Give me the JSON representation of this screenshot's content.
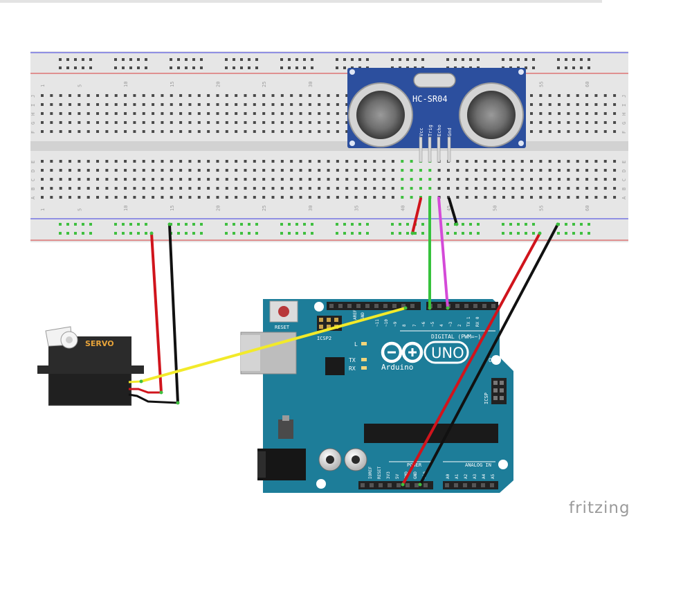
{
  "breadboard": {
    "column_numbers": [
      "1",
      "5",
      "10",
      "15",
      "20",
      "25",
      "30",
      "35",
      "40",
      "45",
      "50",
      "55",
      "60"
    ],
    "row_letters_top": [
      "J",
      "I",
      "H",
      "G",
      "F"
    ],
    "row_letters_bottom": [
      "E",
      "D",
      "C",
      "B",
      "A"
    ],
    "colors": {
      "body": "#e6e6e6",
      "channel": "#d2d2d2",
      "rail_red": "#d83a3a",
      "rail_blue": "#3b3be0",
      "hole": "#4a4a4a",
      "hole_active": "#3fbf3f"
    }
  },
  "sensor": {
    "label": "HC-SR04",
    "pins": [
      "Vcc",
      "Trig",
      "Echo",
      "Gnd"
    ],
    "colors": {
      "pcb": "#2c4f9e"
    }
  },
  "servo": {
    "label": "SERVO",
    "colors": {
      "body": "#2b2b2b",
      "label": "#e8a43a"
    }
  },
  "arduino": {
    "brand": "Arduino",
    "model": "UNO",
    "reset_label": "RESET",
    "icsp2_label": "ICSP2",
    "icsp_label": "ICSP",
    "digital_label": "DIGITAL (PWM=~)",
    "power_label": "POWER",
    "analog_label": "ANALOG IN",
    "aref_label": "AREF",
    "gnd_label": "GND",
    "led_labels": [
      "L",
      "TX",
      "RX"
    ],
    "on_label": "ON",
    "digital_pins": [
      "~11",
      "~10",
      "~9",
      "8",
      "7",
      "~6",
      "~5",
      "4",
      "~3",
      "2",
      "TX 1",
      "RX 0"
    ],
    "power_pins": [
      "IOREF",
      "RESET",
      "3V3",
      "5V",
      "GND",
      "GND",
      "Vin"
    ],
    "analog_pins": [
      "A0",
      "A1",
      "A2",
      "A3",
      "A4",
      "A5"
    ],
    "colors": {
      "board": "#1d7d99",
      "header": "#222222"
    }
  },
  "wires": {
    "colors": {
      "red": "#d0141c",
      "black": "#111111",
      "yellow": "#f2ea2a",
      "green": "#36c23c",
      "magenta": "#d44ad8"
    }
  },
  "watermark": "fritzing"
}
